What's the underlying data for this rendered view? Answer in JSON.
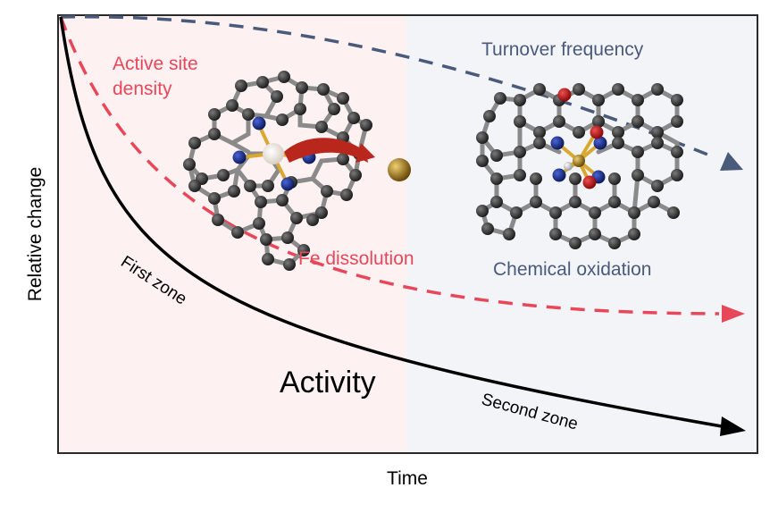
{
  "axes": {
    "xlabel": "Time",
    "ylabel": "Relative change"
  },
  "labels": {
    "active_site_line1": "Active site",
    "active_site_line2": "density",
    "turnover_frequency": "Turnover frequency",
    "fe_dissolution": "Fe dissolution",
    "chemical_oxidation": "Chemical oxidation",
    "first_zone": "First zone",
    "second_zone": "Second zone",
    "activity": "Activity"
  },
  "colors": {
    "zone1_bg": "#fdf1f1",
    "zone2_bg": "#f3f4f8",
    "active_site": "#e8475a",
    "turnover": "#4a5a7a",
    "activity": "#000000",
    "carbon": "#3a3a3a",
    "nitrogen": "#1c2f8c",
    "oxygen": "#c41818",
    "iron": "#b08a1a",
    "arrow_red": "#b8261c"
  },
  "curves": [
    {
      "name": "activity",
      "style": "solid"
    },
    {
      "name": "active-site-density",
      "style": "dashed"
    },
    {
      "name": "turnover-frequency",
      "style": "dashed"
    }
  ]
}
